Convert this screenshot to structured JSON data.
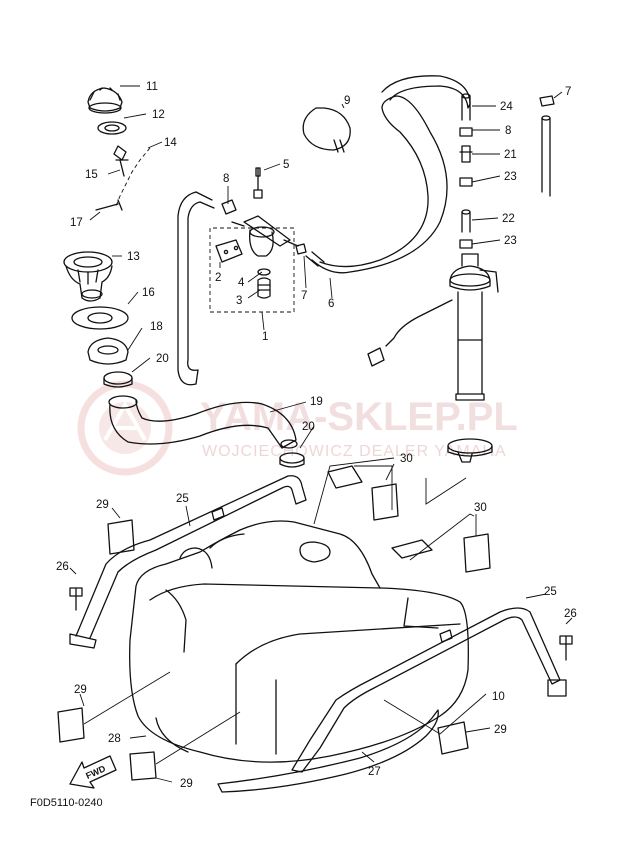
{
  "watermark": {
    "brand": "YAMA-SKLEP.PL",
    "subtitle": "WOJCIECHOWICZ DEALER YAMAHA"
  },
  "diagram_code": "F0D5110-0240",
  "fwd_label": "FWD",
  "callouts": [
    "1",
    "2",
    "3",
    "4",
    "5",
    "6",
    "7",
    "7",
    "8",
    "8",
    "9",
    "10",
    "11",
    "12",
    "13",
    "14",
    "15",
    "16",
    "17",
    "18",
    "19",
    "20",
    "20",
    "21",
    "22",
    "23",
    "23",
    "24",
    "25",
    "25",
    "26",
    "26",
    "27",
    "28",
    "29",
    "29",
    "29",
    "29",
    "30",
    "30"
  ]
}
